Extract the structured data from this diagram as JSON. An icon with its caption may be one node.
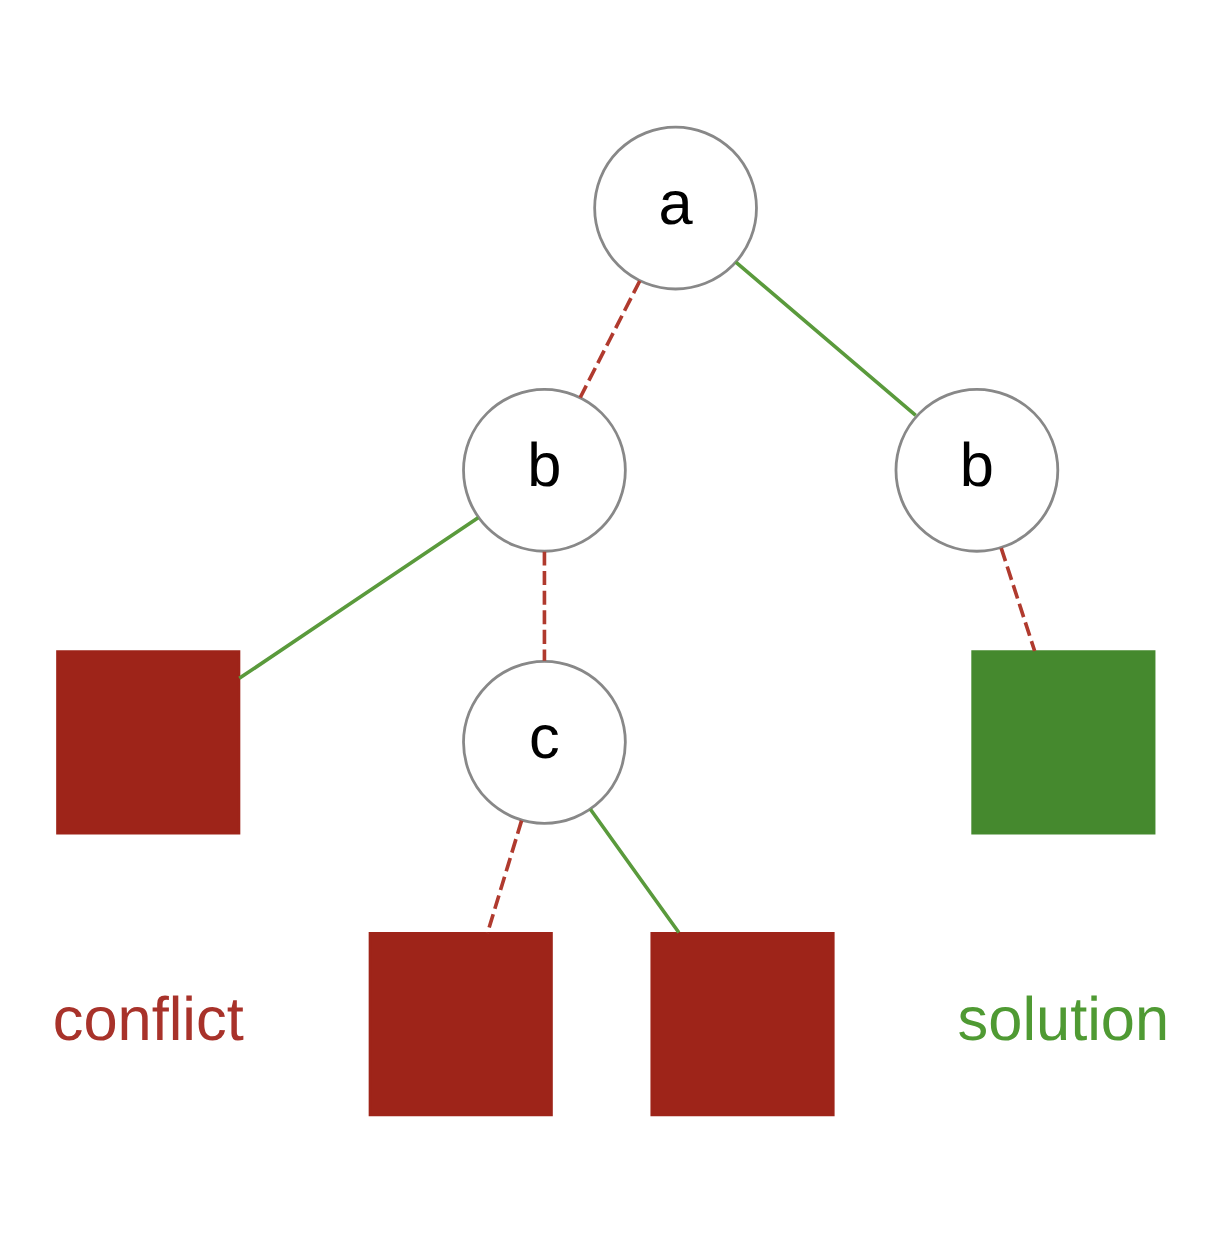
{
  "diagram": {
    "nodes": [
      {
        "text": [
          "a"
        ]
      },
      {
        "text": [
          "b"
        ]
      },
      {
        "text": [
          "b"
        ]
      },
      {
        "text": [],
        "shape": "box",
        "beside": [
          "conflict"
        ]
      },
      {
        "text": [
          "c"
        ]
      },
      {
        "text": [],
        "shape": "box",
        "beside": [
          "solution"
        ]
      },
      {
        "text": [],
        "shape": "box"
      },
      {
        "text": [],
        "shape": "box"
      }
    ],
    "edges": [
      {
        "from": 0,
        "to": 1,
        "arrow": "none",
        "style": "dashed",
        "color": "#b03a2e"
      },
      {
        "from": 0,
        "to": 2,
        "arrow": "none",
        "color": "#5a9a3c"
      },
      {
        "from": 1,
        "to": 3,
        "arrow": "none",
        "color": "#5a9a3c"
      },
      {
        "from": 1,
        "to": 4,
        "arrow": "none",
        "style": "dashed",
        "color": "#b03a2e"
      },
      {
        "from": 2,
        "to": 5,
        "arrow": "none",
        "style": "dashed",
        "color": "#b03a2e"
      },
      {
        "from": 4,
        "to": 6,
        "arrow": "none",
        "style": "dashed",
        "color": "#b03a2e"
      },
      {
        "from": 4,
        "to": 7,
        "arrow": "none",
        "color": "#5a9a3c"
      }
    ]
  }
}
